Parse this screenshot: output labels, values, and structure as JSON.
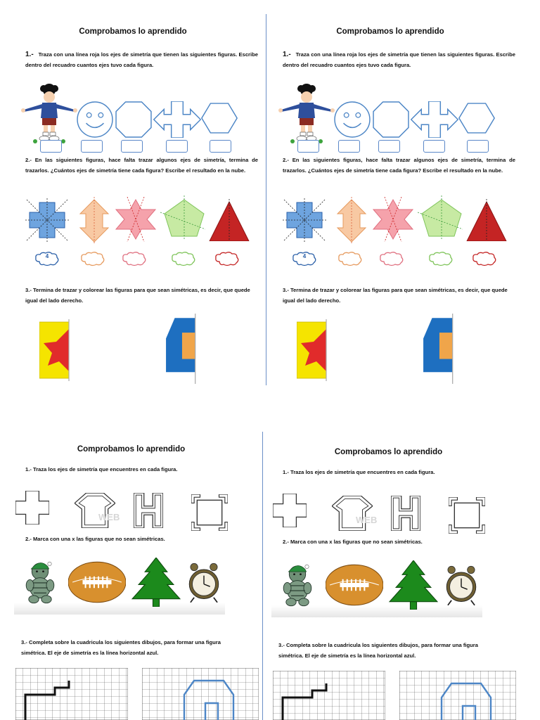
{
  "top_sheet": {
    "title": "Comprobamos lo aprendido",
    "q1_number": "1.-",
    "q1_text": "Traza con una línea roja los ejes de simetría que tienen las siguientes figuras. Escribe dentro del recuadro cuantos ejes tuvo cada figura.",
    "q2_text": "2.- En las siguientes figuras, hace falta trazar algunos ejes de simetría, termina de trazarlos. ¿Cuántos ejes de simetría tiene cada figura? Escribe el resultado en la nube.",
    "cloud_answer": "4",
    "q3_text": "3.- Termina de trazar y colorear las figuras para que sean simétricas, es decir, que quede igual del lado derecho."
  },
  "bottom_sheet": {
    "title": "Comprobamos lo aprendido",
    "q1_text": "1.- Traza los ejes de simetría que encuentres en cada figura.",
    "watermark": "WEB",
    "q2_text": "2.- Marca con una x las figuras que no sean simétricas.",
    "q3_text": "3.- Completa sobre la cuadricula los siguientes dibujos, para formar una figura simétrica. El eje de simetría es la línea horizontal azul."
  },
  "colors": {
    "divider": "#6b8fc7",
    "box_border": "#5b88c8",
    "shape_outline": "#4d86c6",
    "star_red": "#e12b2b",
    "yellow": "#f5e400",
    "blue": "#1e6fc0",
    "orange": "#f0a54a",
    "green": "#1d8a1d"
  }
}
